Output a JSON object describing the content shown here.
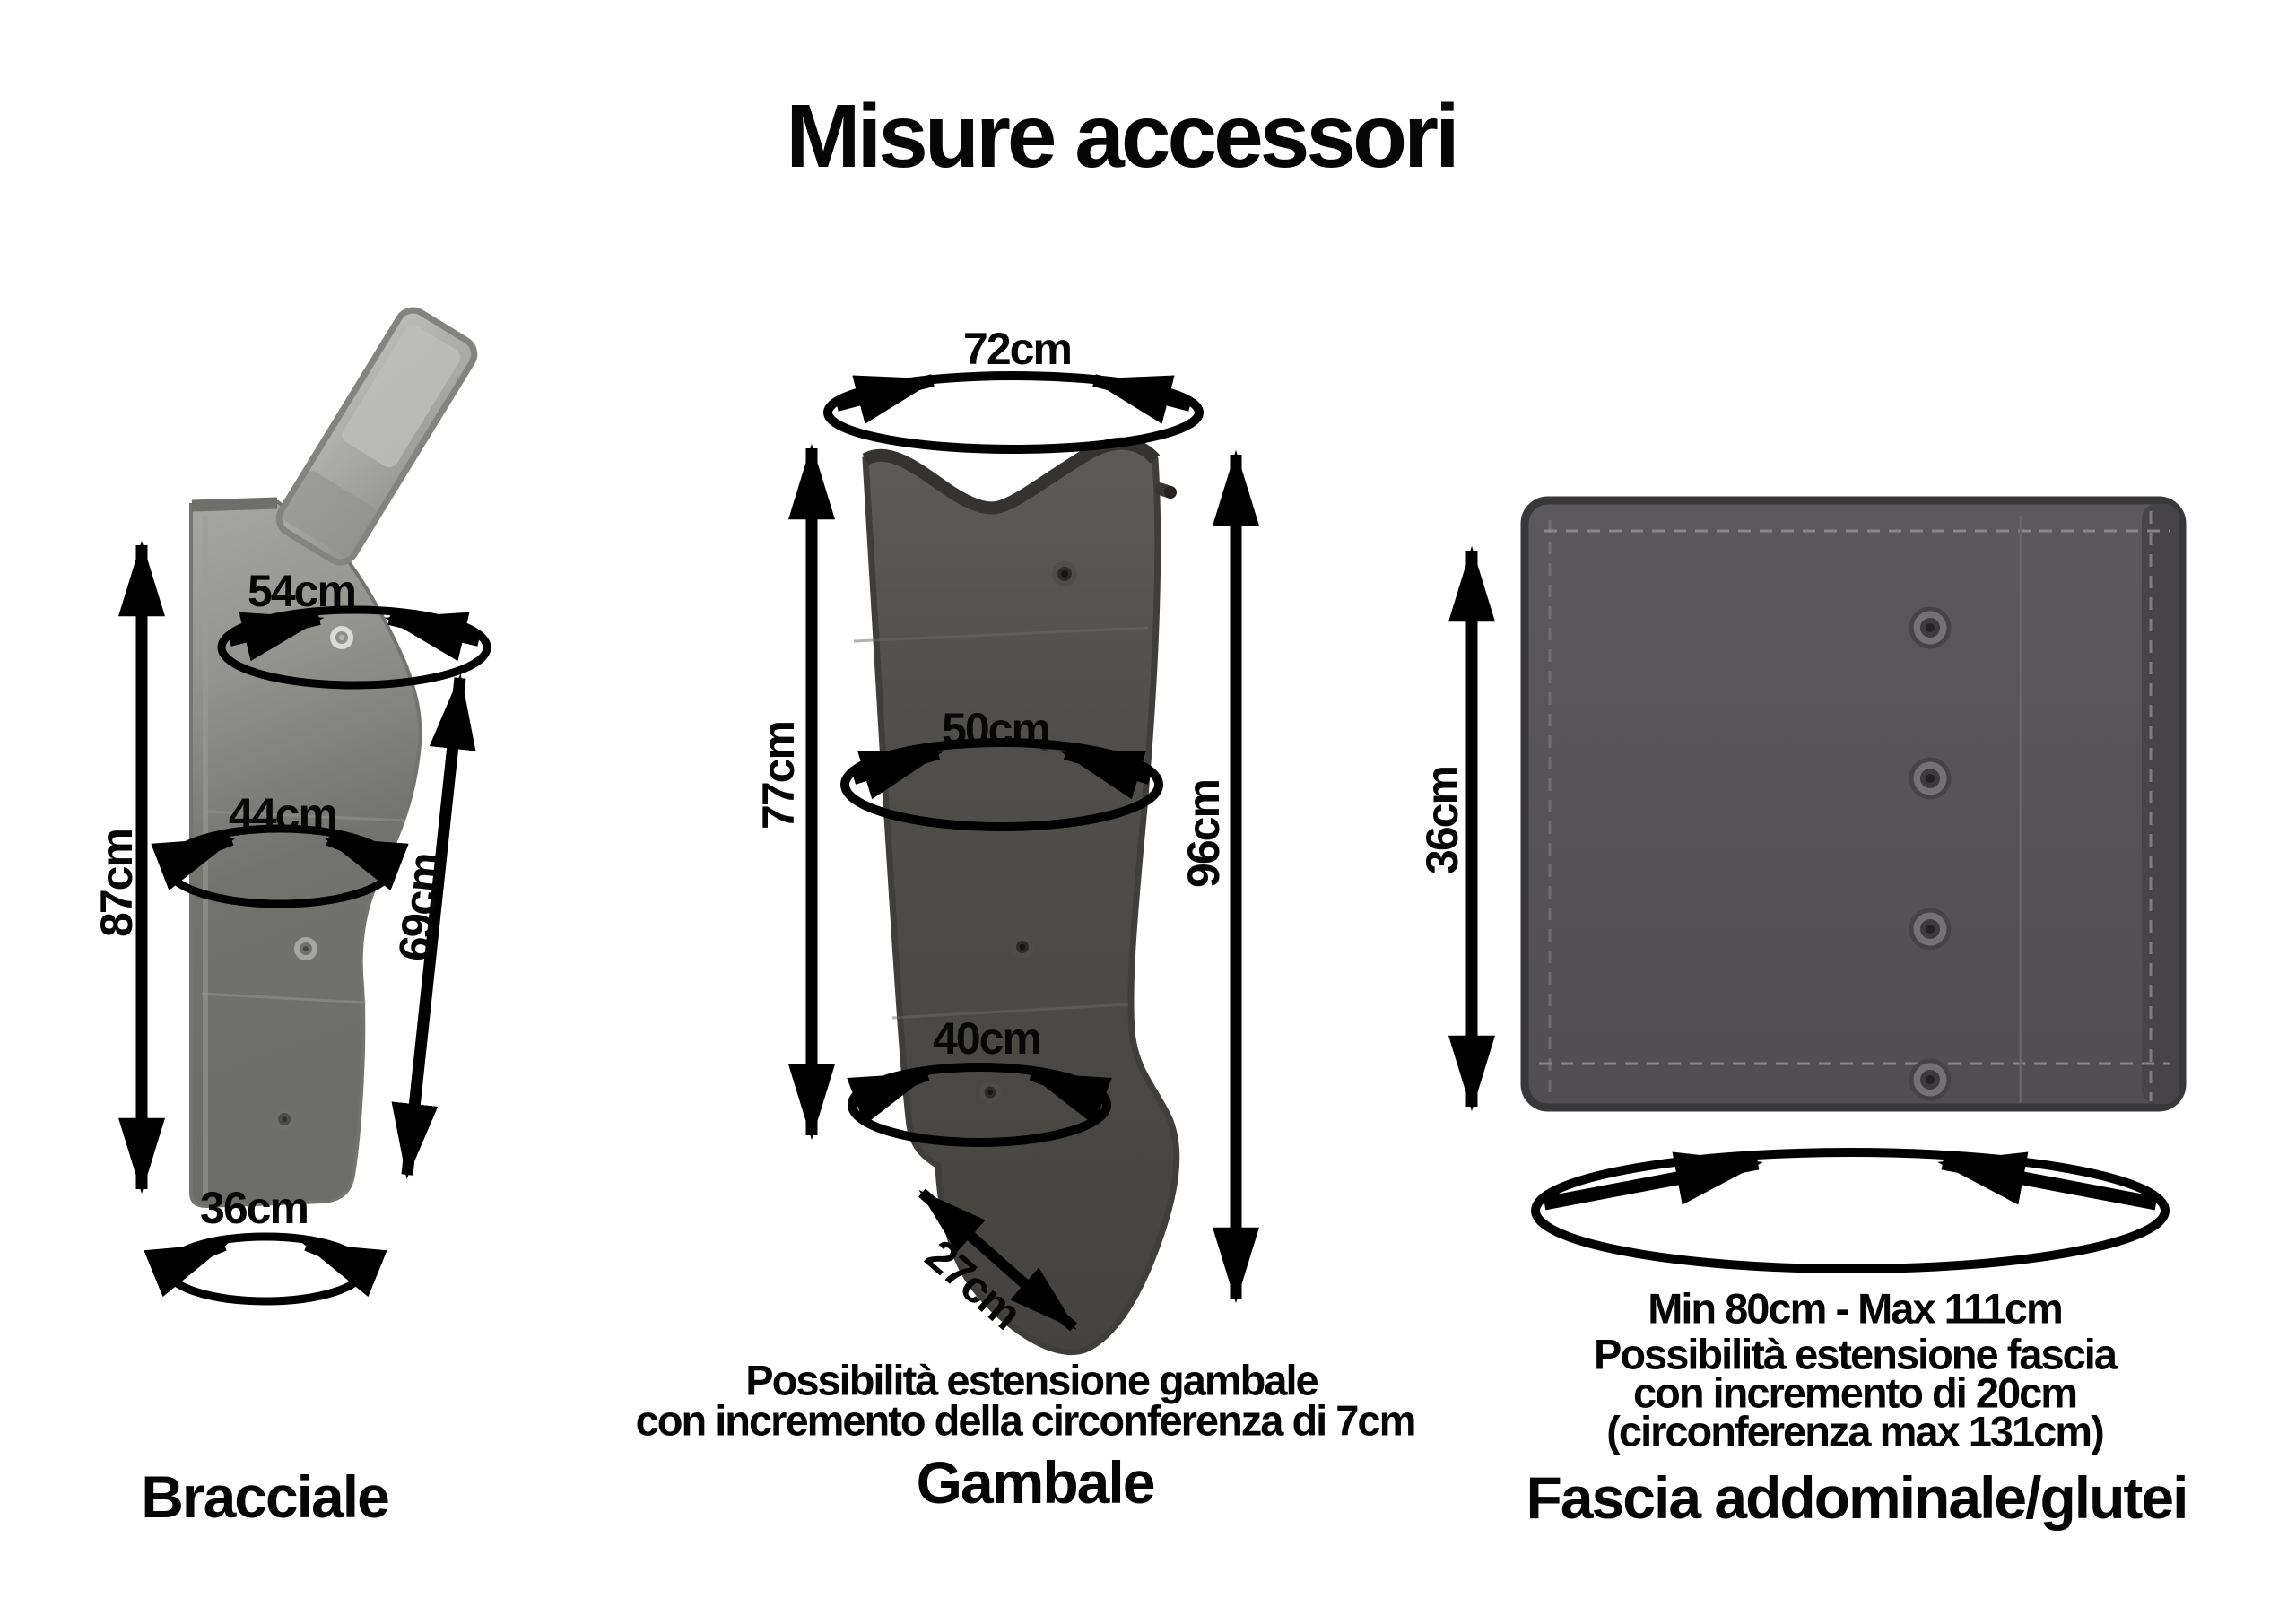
{
  "title": "Misure accessori",
  "bracciale": {
    "label": "Bracciale",
    "measurements": {
      "top": "54cm",
      "middle": "44cm",
      "bottom": "36cm",
      "length": "87cm",
      "side_length": "69cm"
    }
  },
  "gambale": {
    "label": "Gambale",
    "measurements": {
      "top": "72cm",
      "middle": "50cm",
      "ankle": "40cm",
      "front_length": "77cm",
      "back_length": "96cm",
      "foot": "27cm"
    },
    "note_line1": "Possibilità estensione gambale",
    "note_line2": "con incremento della circonferenza di 7cm"
  },
  "fascia": {
    "label": "Fascia addominale/glutei",
    "measurements": {
      "height": "36cm",
      "circumference": "Min 80cm - Max 111cm"
    },
    "note_line1": "Possibilità estensione fascia",
    "note_line2": "con incremento di 20cm",
    "note_line3": "(circonferenza max 131cm)"
  },
  "colors": {
    "background": "#ffffff",
    "annotation": "#000000",
    "bracciale_fabric": "#8f8f8c",
    "gambale_fabric": "#4c4a47",
    "fascia_fabric": "#555358"
  }
}
